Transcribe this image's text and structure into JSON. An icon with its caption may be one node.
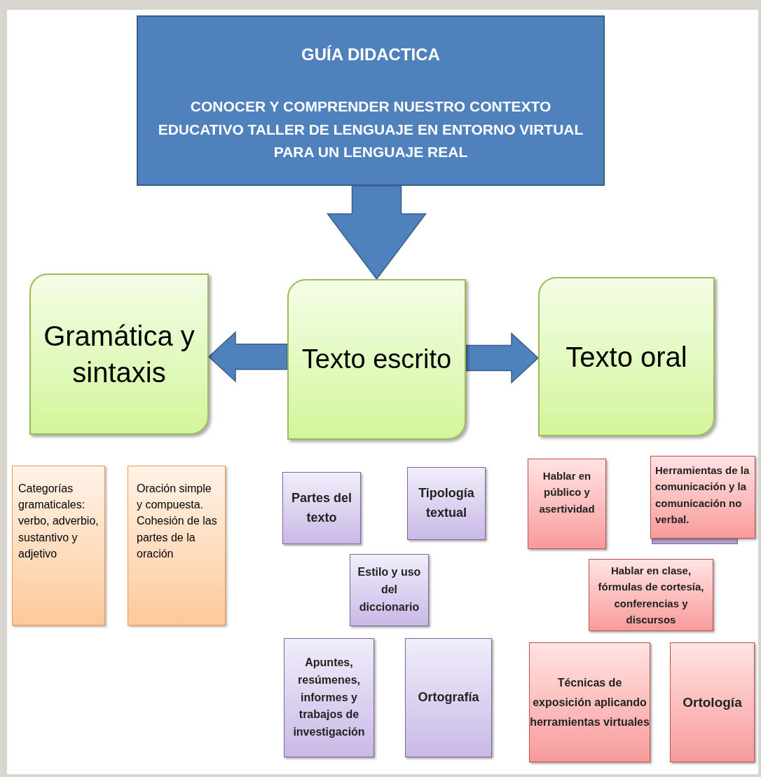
{
  "diagram": {
    "nodes": [
      {
        "text": [
          "GUÍA DIDACTICA",
          "CONOCER Y COMPRENDER NUESTRO CONTEXTO EDUCATIVO TALLER DE LENGUAJE EN ENTORNO VIRTUAL PARA UN LENGUAJE REAL"
        ]
      },
      {
        "text": [
          "Gramática y sintaxis"
        ]
      },
      {
        "text": [
          "Texto escrito"
        ]
      },
      {
        "text": [
          "Texto oral"
        ]
      },
      {
        "text": [
          "Categorías gramaticales: verbo, adverbio, sustantivo y adjetivo"
        ]
      },
      {
        "text": [
          "Oración simple y compuesta. Cohesión de las partes de la oración"
        ]
      },
      {
        "text": [
          "Partes del texto"
        ]
      },
      {
        "text": [
          "Tipología textual"
        ]
      },
      {
        "text": [
          "Estilo y uso del diccionario"
        ]
      },
      {
        "text": [
          "Apuntes, resúmenes, informes y trabajos de investigación"
        ]
      },
      {
        "text": [
          "Ortografía"
        ]
      },
      {
        "text": [
          "Hablar en público y asertividad"
        ]
      },
      {
        "text": [
          "Herramientas de la comunicación y la comunicación no verbal."
        ]
      },
      {
        "text": [],
        "shape": "box"
      },
      {
        "text": [
          "Hablar en clase, fórmulas de cortesía, conferencias y discursos"
        ]
      },
      {
        "text": [
          "Técnicas de exposición aplicando herramientas virtuales"
        ]
      },
      {
        "text": [
          "Ortología"
        ]
      }
    ],
    "edges": [
      {
        "from": 0,
        "to": 2,
        "arrow": "to"
      },
      {
        "from": 2,
        "to": 1,
        "arrow": "to"
      },
      {
        "from": 2,
        "to": 3,
        "arrow": "to"
      }
    ]
  }
}
